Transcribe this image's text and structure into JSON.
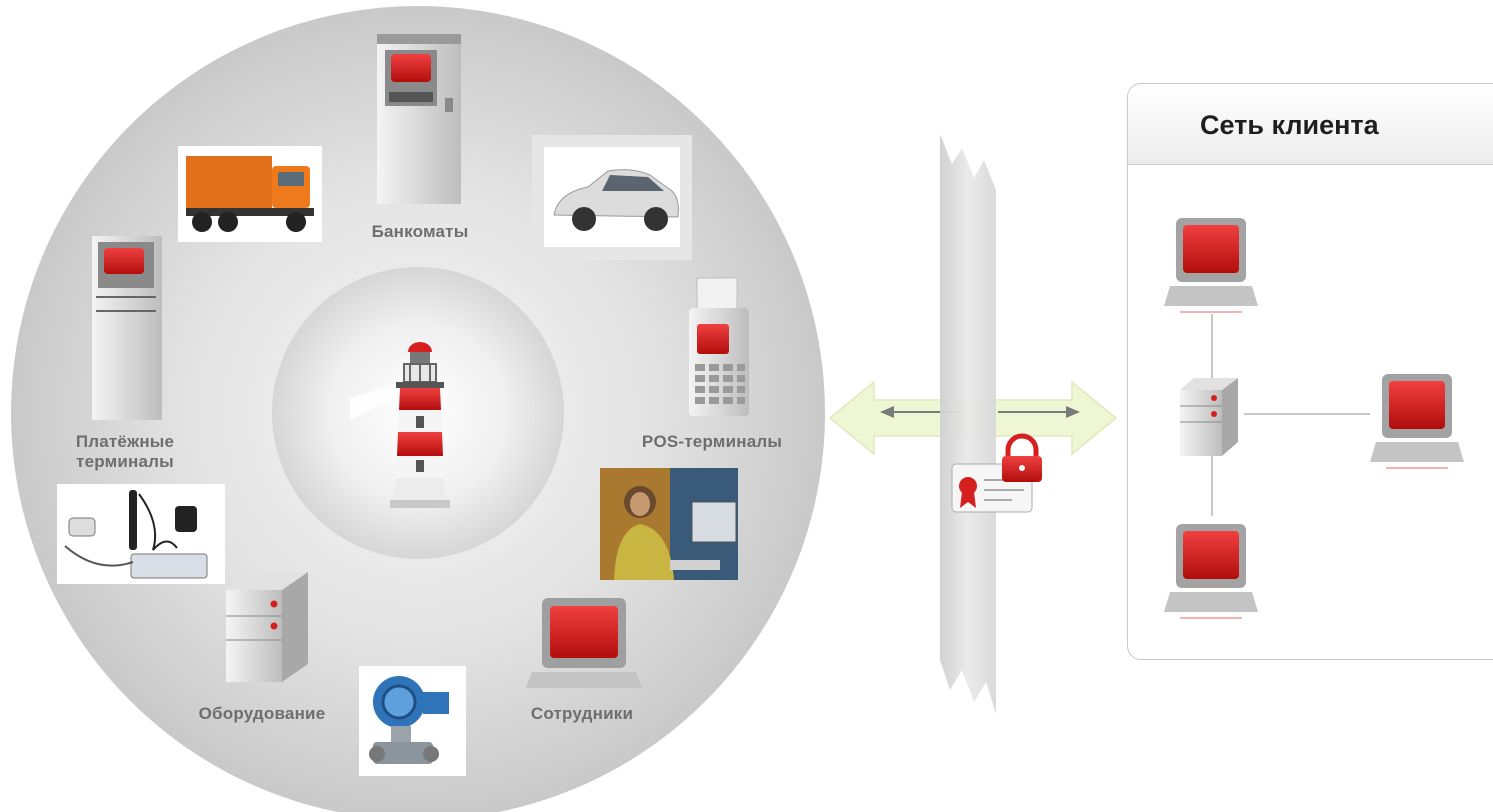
{
  "diagram": {
    "circle_labels": {
      "atms": "Банкоматы",
      "payment_terminals_line1": "Платёжные",
      "payment_terminals_line2": "терминалы",
      "pos_terminals": "POS-терминалы",
      "equipment": "Оборудование",
      "employees": "Сотрудники"
    },
    "client_network": {
      "title": "Сеть клиента"
    }
  },
  "colors": {
    "accent_red": "#d62020",
    "circle_gray": "#d4d4d4",
    "arrow_green": "#eef6d4"
  },
  "icons": [
    "lighthouse-icon",
    "atm-icon",
    "payment-terminal-icon",
    "pos-terminal-icon",
    "server-icon",
    "computer-icon",
    "certificate-lock-icon",
    "truck-photo",
    "car-photo",
    "gps-tracker-photo",
    "office-worker-photo",
    "pressure-sensor-photo"
  ]
}
